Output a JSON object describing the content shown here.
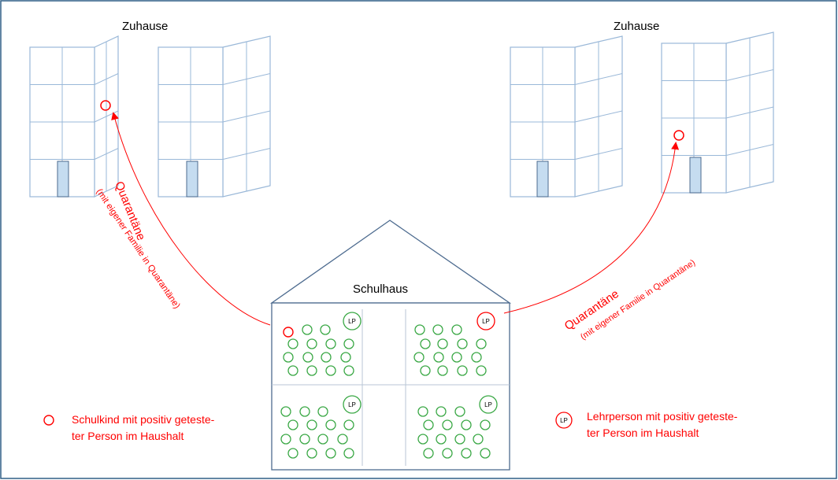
{
  "labels": {
    "home_left": "Zuhause",
    "home_right": "Zuhause",
    "school": "Schulhaus",
    "lp": "LP",
    "quarantine_left": "Quarantäne",
    "quarantine_left_sub": "(mit eigener Familie in Quarantäne)",
    "quarantine_right": "Quarantäne",
    "quarantine_right_sub": "(mit eigener Familie in Quarantäne)"
  },
  "legend": {
    "child_line1": "Schulkind mit positiv geteste-",
    "child_line2": "ter Person im Haushalt",
    "teacher_symbol": "LP",
    "teacher_line1": "Lehrperson mit positiv geteste-",
    "teacher_line2": "ter Person im Haushalt"
  },
  "colors": {
    "frame": "#2f5f86",
    "building_line": "#9ab8d8",
    "school_line": "#4d6b8f",
    "door": "#c5dcf0",
    "student": "#3aa845",
    "alert": "#ff0000"
  }
}
